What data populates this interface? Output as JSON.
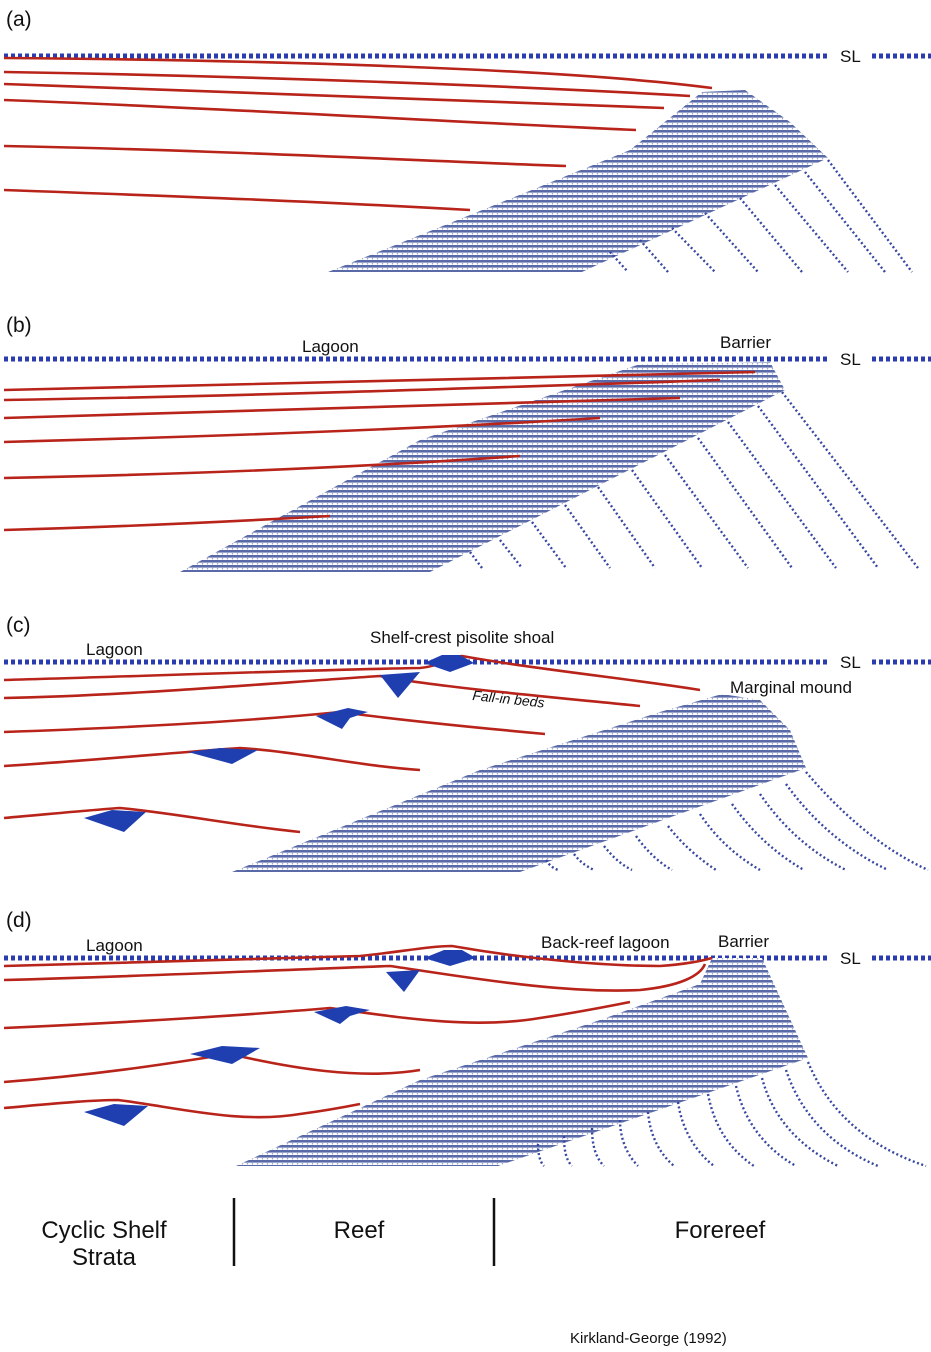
{
  "figure": {
    "panels": [
      {
        "id": "a",
        "label": "(a)",
        "sea_level_label": "SL",
        "annotations": []
      },
      {
        "id": "b",
        "label": "(b)",
        "sea_level_label": "SL",
        "annotations": [
          "Lagoon",
          "Barrier"
        ]
      },
      {
        "id": "c",
        "label": "(c)",
        "sea_level_label": "SL",
        "annotations": [
          "Lagoon",
          "Shelf-crest pisolite shoal",
          "Fall-in beds",
          "Marginal mound"
        ]
      },
      {
        "id": "d",
        "label": "(d)",
        "sea_level_label": "SL",
        "annotations": [
          "Lagoon",
          "Back-reef  lagoon",
          "Barrier"
        ]
      }
    ],
    "zones": {
      "shelf_line1": "Cyclic Shelf",
      "shelf_line2": "Strata",
      "reef": "Reef",
      "forereef": "Forereef"
    },
    "credit": "Kirkland-George (1992)",
    "colors": {
      "sea_level": "#2b3bb0",
      "strata_line": "#b8231a",
      "reef_body": "#5a6aa8",
      "pisolite_shoal": "#1f3fb0",
      "forereef_talus": "#3848a0"
    }
  }
}
